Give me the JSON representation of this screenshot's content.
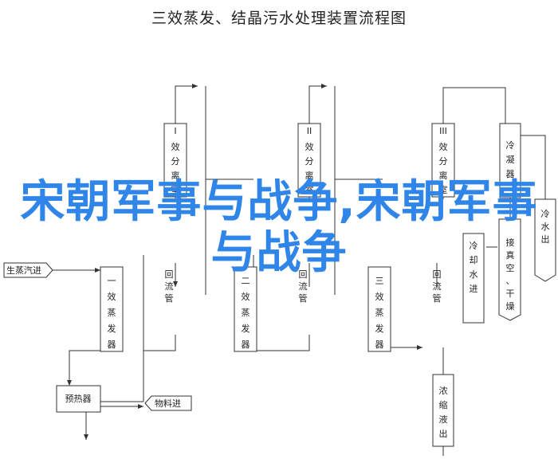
{
  "title": "三效蒸发、结晶污水处理装置流程图",
  "separators": [
    "I",
    "II",
    "III"
  ],
  "separator_word": "效分离室",
  "evaporators": [
    "一效蒸发器",
    "二效蒸发器",
    "三效蒸发器"
  ],
  "return_word": "回流管",
  "condenser": "冷凝器",
  "cooling_out": "冷水出",
  "cooling_in": "冷却水进",
  "dryer": "接真空、干燥",
  "concentrate": "浓缩液出",
  "steam_in": "生蒸汽进",
  "preheater": "预热器",
  "feed_in": "物料进",
  "overlay_text": "宋朝军事与战争,宋朝军事与战争",
  "colors": {
    "overlay": "#2f86e8",
    "line": "#333333"
  }
}
